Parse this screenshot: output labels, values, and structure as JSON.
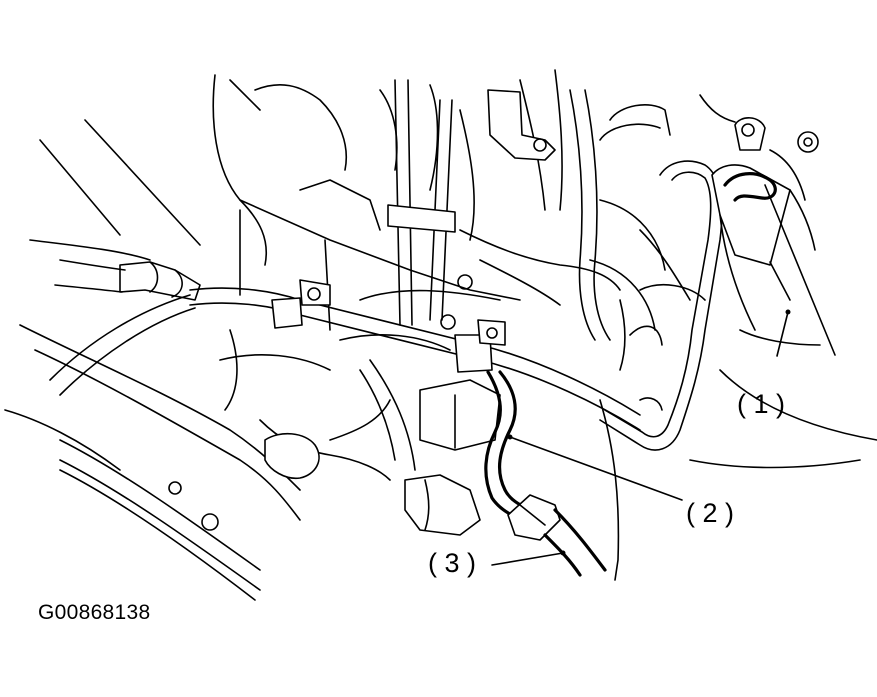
{
  "figure_id": "G00868138",
  "callouts": [
    {
      "id": "1",
      "label": "( 1 )"
    },
    {
      "id": "2",
      "label": "( 2 )"
    },
    {
      "id": "3",
      "label": "( 3 )"
    }
  ]
}
